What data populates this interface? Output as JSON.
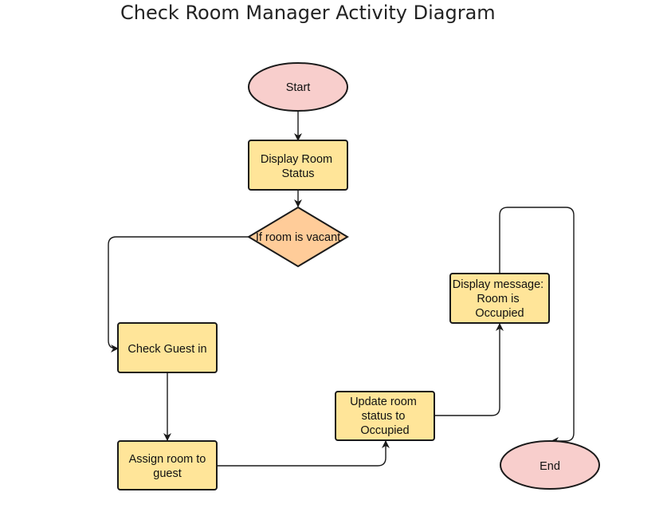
{
  "title": "Check Room Manager Activity Diagram",
  "colors": {
    "terminal_fill": "#f8cecc",
    "process_fill": "#ffe599",
    "decision_fill": "#ffcc99",
    "stroke": "#1a1a1a"
  },
  "nodes": {
    "start": {
      "label": "Start"
    },
    "display_status": {
      "label_lines": [
        "Display Room",
        "Status"
      ]
    },
    "decision": {
      "label": "If room is vacant"
    },
    "check_in": {
      "label": "Check Guest in"
    },
    "assign": {
      "label_lines": [
        "Assign room to",
        "guest"
      ]
    },
    "update": {
      "label_lines": [
        "Update room",
        "status to",
        "Occupied"
      ]
    },
    "message": {
      "label_lines": [
        "Display message:",
        "Room is",
        "Occupied"
      ]
    },
    "end": {
      "label": "End"
    }
  }
}
